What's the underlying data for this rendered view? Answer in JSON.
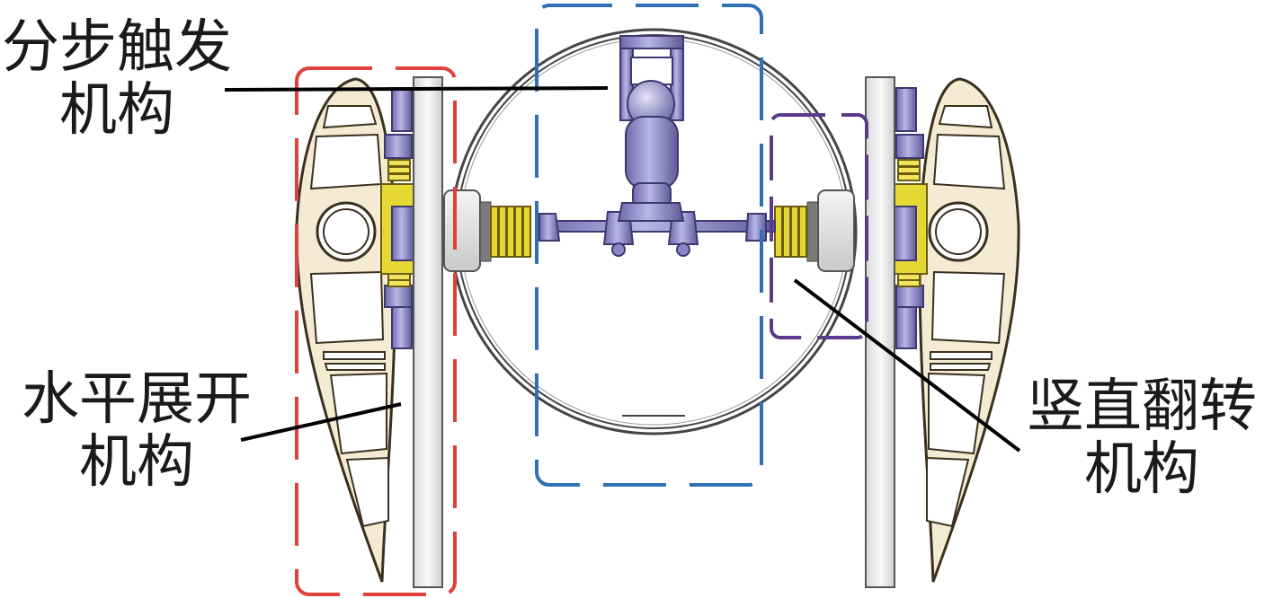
{
  "labels": {
    "trigger": {
      "line1": "分步触发",
      "line2": "机构"
    },
    "horizontal": {
      "line1": "水平展开",
      "line2": "机构"
    },
    "vertical": {
      "line1": "竖直翻转",
      "line2": "机构"
    }
  },
  "colors": {
    "red_box": "#e0403a",
    "blue_box": "#2f6fb5",
    "purple_box": "#5b3a8c",
    "wing_fill": "#f5ead2",
    "wing_stroke": "#3a3020",
    "spring": "#e6d832",
    "mechanism": "#8c86c6",
    "bar": "#ececec"
  }
}
